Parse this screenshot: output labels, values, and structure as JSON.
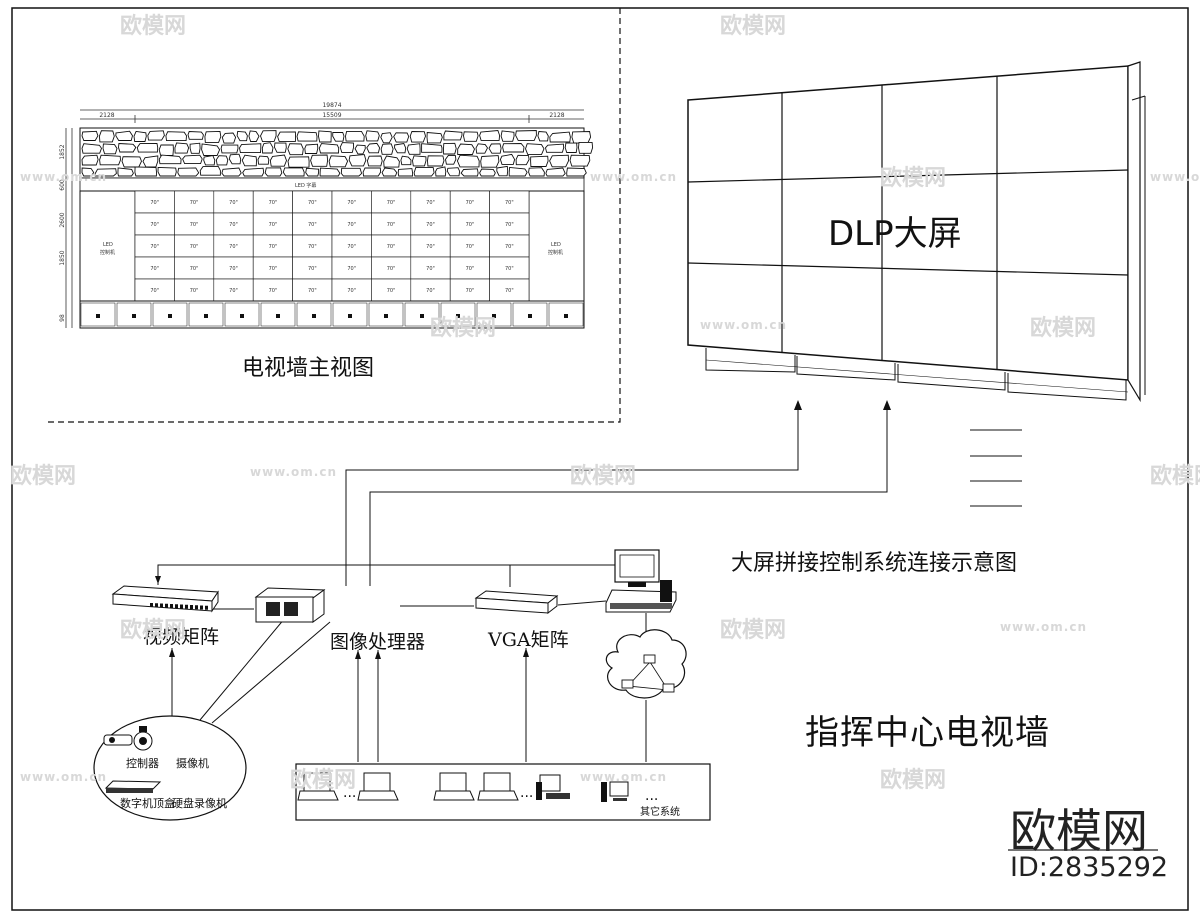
{
  "labels": {
    "tv_wall_front_view": "电视墙主视图",
    "dlp_screen": "DLP大屏",
    "connection_title": "大屏拼接控制系统连接示意图",
    "video_matrix": "视频矩阵",
    "image_processor": "图像处理器",
    "vga_matrix": "VGA矩阵",
    "command_center": "指挥中心电视墙",
    "controller": "控制器",
    "camera": "摄像机",
    "digital_recorder": "数字机顶盒",
    "hdd_recorder": "硬盘录像机",
    "other_systems": "其它系统"
  },
  "tv_wall": {
    "dim_total": "19874",
    "dim_left": "2128",
    "dim_mid": "15509",
    "dim_right": "2128",
    "vdims": [
      "1852",
      "600",
      "2600",
      "1850",
      "98"
    ],
    "led_bar": "LED 字幕",
    "led_left": [
      "LED",
      "控制机"
    ],
    "led_right": [
      "LED",
      "控制机"
    ],
    "cell_label": "70\"",
    "rows": 5,
    "cols": 10
  },
  "watermark": {
    "brand": "欧模网",
    "url": "www.om.cn",
    "id": "ID:2835292"
  },
  "colors": {
    "line": "#111111",
    "watermark": "#d8d8d8"
  }
}
